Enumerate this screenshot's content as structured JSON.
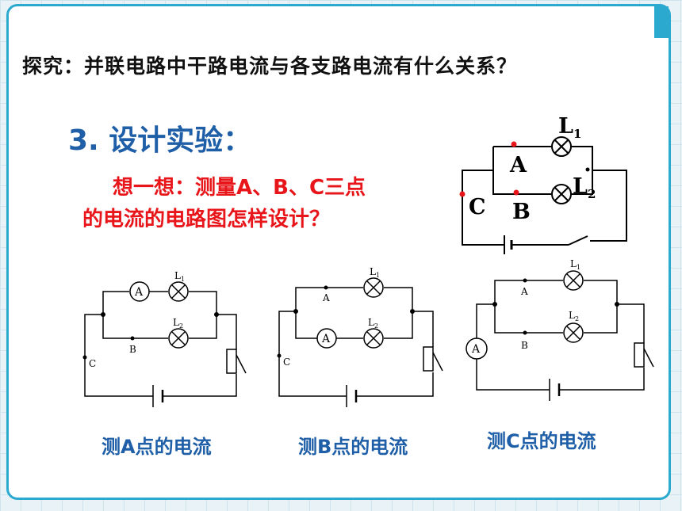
{
  "title": "探究：并联电路中干路电流与各支路电流有什么关系？",
  "heading": "3. 设计实验：",
  "question": {
    "line1": "想一想：测量A、B、C三点",
    "line2": "的电流的电路图怎样设计？"
  },
  "main_circuit": {
    "lamp1": "L",
    "lamp1_sub": "1",
    "lamp2": "L",
    "lamp2_sub": "2",
    "point_a": "A",
    "point_b": "B",
    "point_c": "C"
  },
  "circuits": [
    {
      "caption": "测A点的电流",
      "ammeter": "A",
      "lamp1": "L",
      "lamp1_sub": "1",
      "lamp2": "L",
      "lamp2_sub": "2",
      "point_b": "B",
      "point_c": "C"
    },
    {
      "caption": "测B点的电流",
      "ammeter": "A",
      "lamp1": "L",
      "lamp1_sub": "1",
      "lamp2": "L",
      "lamp2_sub": "2",
      "point_a": "A",
      "point_c": "C"
    },
    {
      "caption": "测C点的电流",
      "ammeter": "A",
      "lamp1": "L",
      "lamp1_sub": "1",
      "lamp2": "L",
      "lamp2_sub": "2",
      "point_a": "A",
      "point_b": "B"
    }
  ],
  "colors": {
    "frame": "#2ba9cf",
    "heading": "#1f5fa8",
    "emphasis": "#e8161a",
    "caption": "#1f5fa8"
  }
}
